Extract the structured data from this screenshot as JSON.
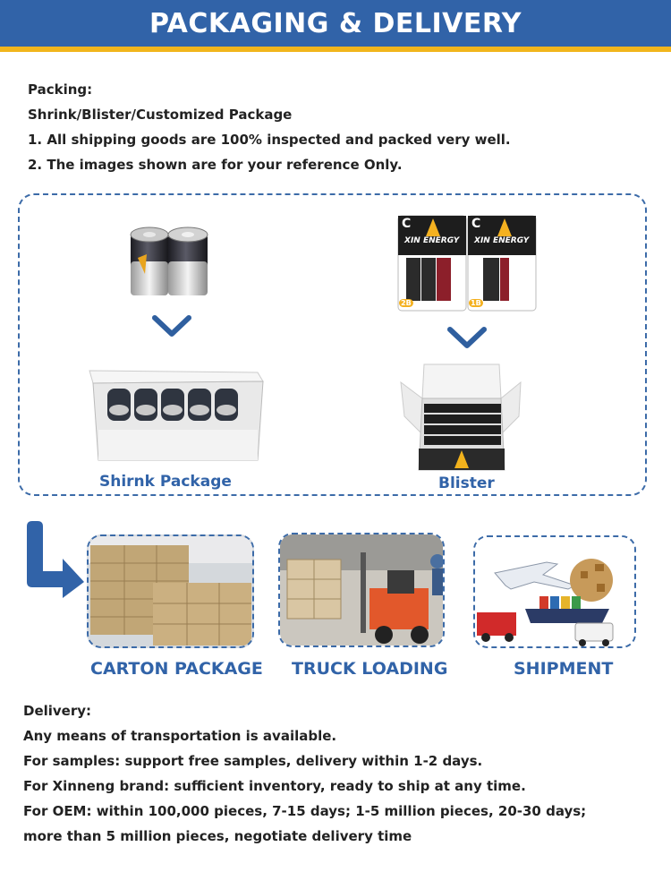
{
  "header": {
    "title": "PACKAGING & DELIVERY"
  },
  "packing": {
    "label": "Packing:",
    "types": "Shrink/Blister/Customized Package",
    "note1": "1. All shipping goods are 100% inspected and packed very well.",
    "note2": "2. The images shown are for your reference Only."
  },
  "packages": {
    "shrink_label": "Shirnk Package",
    "blister_label": "Blister",
    "battery_size": "C",
    "brand": "XIN ENERGY",
    "count_2": "2B",
    "count_1": "1B"
  },
  "logistics": {
    "carton": "CARTON PACKAGE",
    "truck": "TRUCK LOADING",
    "shipment": "SHIPMENT"
  },
  "delivery": {
    "label": "Delivery:",
    "line1": "Any means of transportation is available.",
    "line2": "For samples: support free samples, delivery within 1-2 days.",
    "line3": "For Xinneng brand: sufficient inventory, ready to ship at any time.",
    "line4": "For OEM: within 100,000 pieces, 7-15 days; 1-5 million pieces, 20-30 days;",
    "line5": "more than 5 million pieces, negotiate delivery time"
  },
  "colors": {
    "brand_blue": "#3163a8",
    "accent_yellow": "#f1b51c"
  }
}
